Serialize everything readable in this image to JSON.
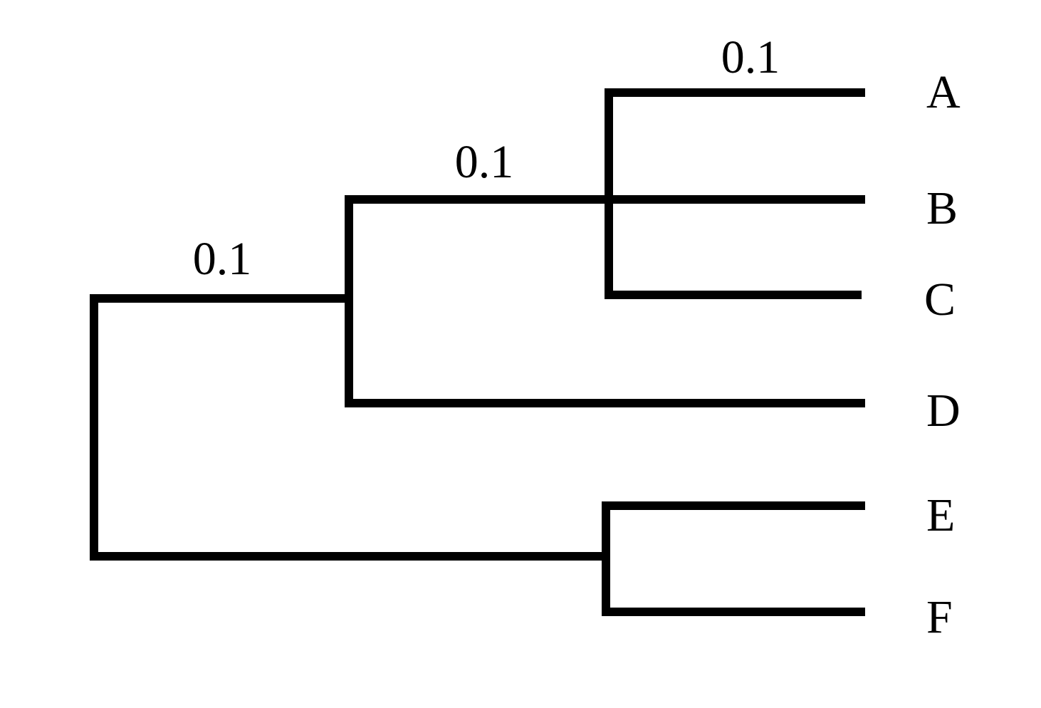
{
  "diagram": {
    "type": "phylogenetic-tree",
    "line_color": "#000000",
    "text_color": "#000000",
    "background": "#ffffff",
    "leaves": [
      {
        "id": "A",
        "label": "A"
      },
      {
        "id": "B",
        "label": "B"
      },
      {
        "id": "C",
        "label": "C"
      },
      {
        "id": "D",
        "label": "D"
      },
      {
        "id": "E",
        "label": "E"
      },
      {
        "id": "F",
        "label": "F"
      }
    ],
    "topology": "(((A,B,C),D),(E,F))",
    "branch_length_labels": [
      "0.1",
      "0.1",
      "0.1"
    ]
  }
}
